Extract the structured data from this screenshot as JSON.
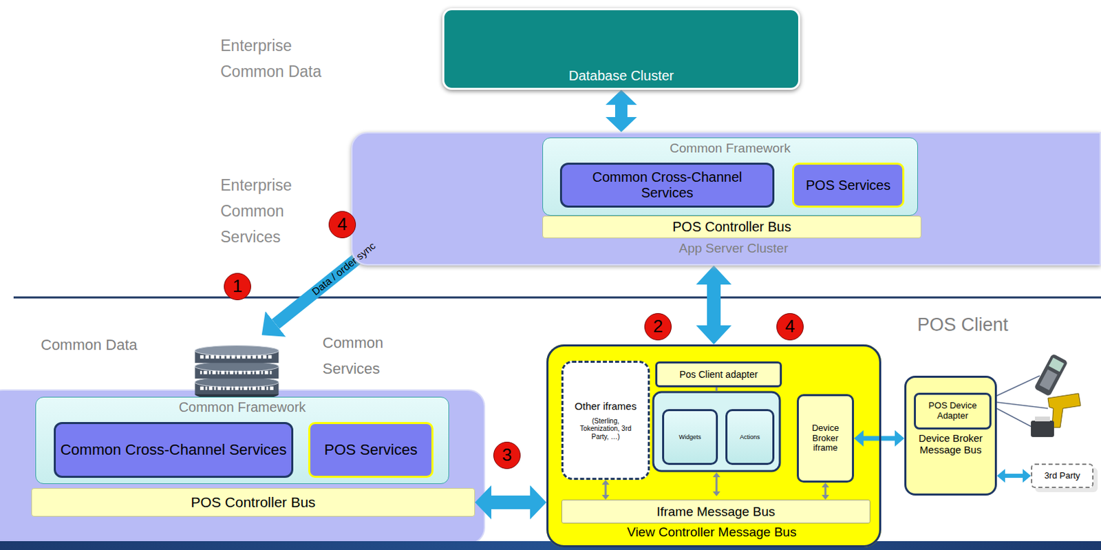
{
  "diagram": {
    "nodes": [
      {
        "text": [
          "Database Cluster"
        ]
      },
      {
        "text": [
          "App Server Cluster"
        ]
      },
      {
        "text": [
          "Common Framework"
        ],
        "in": 1
      },
      {
        "text": [
          "Common Cross-Channel Services"
        ],
        "in": 2
      },
      {
        "text": [
          "POS Services"
        ],
        "in": 2
      },
      {
        "text": [
          "POS Controller Bus"
        ],
        "in": 1
      },
      {
        "text": [
          "Common Framework"
        ]
      },
      {
        "text": [
          "Common Cross-Channel Services"
        ],
        "in": 6
      },
      {
        "text": [
          "POS Services"
        ],
        "in": 6
      },
      {
        "text": [
          "POS Controller Bus"
        ]
      },
      {
        "text": [
          "View Controller Message Bus"
        ]
      },
      {
        "text": [
          "Other iframes",
          "(Sterling, Tokenization, 3rd Party, …)"
        ],
        "in": 10
      },
      {
        "text": [
          "Pos Client adapter"
        ],
        "in": 10
      },
      {
        "text": [
          "Widgets"
        ],
        "in": 10
      },
      {
        "text": [
          "Actions"
        ],
        "in": 10
      },
      {
        "text": [
          "Device Broker iframe"
        ],
        "in": 10
      },
      {
        "text": [
          "Iframe Message Bus"
        ],
        "in": 10
      },
      {
        "text": [
          "Device Broker Message Bus"
        ]
      },
      {
        "text": [
          "POS Device Adapter"
        ],
        "in": 17
      },
      {
        "text": [
          "3rd Party"
        ]
      }
    ],
    "edges": [
      {
        "from": 0,
        "to": 1,
        "arrow": "both"
      },
      {
        "from": 1,
        "to": 10,
        "arrow": "both"
      },
      {
        "from": 9,
        "to": 10,
        "arrow": "both"
      },
      {
        "from": 11,
        "to": 16,
        "arrow": "both"
      },
      {
        "from": 15,
        "to": 16,
        "arrow": "both"
      },
      {
        "from": 15,
        "to": 17,
        "arrow": "both"
      },
      {
        "from": 17,
        "to": 19,
        "arrow": "both"
      }
    ],
    "labels": [
      "Enterprise Common Data",
      "Enterprise Common Services",
      "4",
      "1",
      "Data / order sync",
      "Common Data",
      "Common Services",
      "2",
      "4",
      "POS Client",
      "3"
    ]
  }
}
